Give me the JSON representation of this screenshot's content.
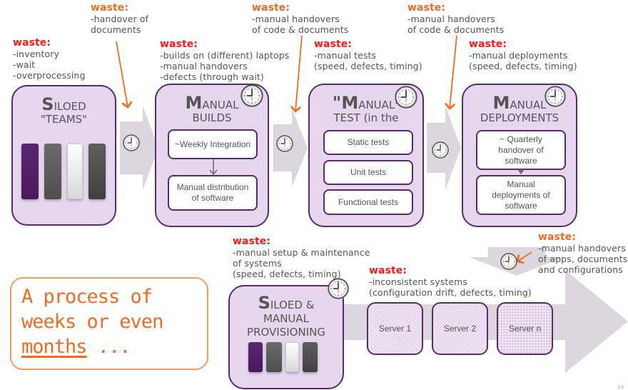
{
  "waste_label": "waste:",
  "wastes": {
    "siloed_teams": [
      "-inventory",
      "-wait",
      "-overprocessing"
    ],
    "handover_docs": [
      "-handover of",
      "documents"
    ],
    "manual_builds": [
      "-builds on (different) laptops",
      "-manual handovers",
      "-defects (through wait)"
    ],
    "handover_code_1": [
      "-manual handovers",
      "of code & documents"
    ],
    "manual_tests": [
      "-manual tests",
      "(speed, defects, timing)"
    ],
    "handover_code_2": [
      "-manual handovers",
      "of code & documents"
    ],
    "manual_deployments": [
      "-manual deployments",
      "(speed, defects, timing)"
    ],
    "handover_apps": [
      "-manual handovers",
      "of apps, documents",
      "and configurations"
    ],
    "provisioning": [
      "-manual setup & maintenance",
      "of systems",
      "(speed, defects, timing)"
    ],
    "inconsistent": [
      "-inconsistent systems",
      "(configuration drift, defects, timing)"
    ]
  },
  "stages": {
    "teams": {
      "initial": "S",
      "rest": "ILOED",
      "line2": "\"TEAMS\""
    },
    "builds": {
      "initial": "M",
      "rest": "ANUAL",
      "line2": "BUILDS",
      "steps": [
        "~Weekly Integration",
        "Manual distribution of software"
      ]
    },
    "test": {
      "prefix": "\"",
      "initial": "M",
      "rest": "ANUAL\"",
      "line2": "TEST (in the",
      "steps": [
        "Static tests",
        "Unit tests",
        "Functional tests"
      ]
    },
    "deploy": {
      "initial": "M",
      "rest": "ANUAL",
      "line2": "DEPLOYMENTS",
      "steps": [
        "~ Quarterly handover of software",
        "Manual deployments of software"
      ]
    },
    "provisioning": {
      "initial": "S",
      "rest": "ILOED &",
      "line2": "MANUAL",
      "line3": "PROVISIONING"
    }
  },
  "servers": [
    "Server 1",
    "Server 2",
    "Server n"
  ],
  "callout": {
    "line1": "A process of",
    "line2": "weeks or even",
    "line3_underlined": "months",
    "line3_rest": " ..."
  },
  "page_number": "24",
  "colors": {
    "stage_fill": "#e6d6ee",
    "stage_border": "#5a2a6e",
    "waste_red": "#ff1a1a",
    "waste_orange": "#f26b21",
    "arrow_fill": "#dcd6de",
    "callout_orange": "#f26b21"
  }
}
